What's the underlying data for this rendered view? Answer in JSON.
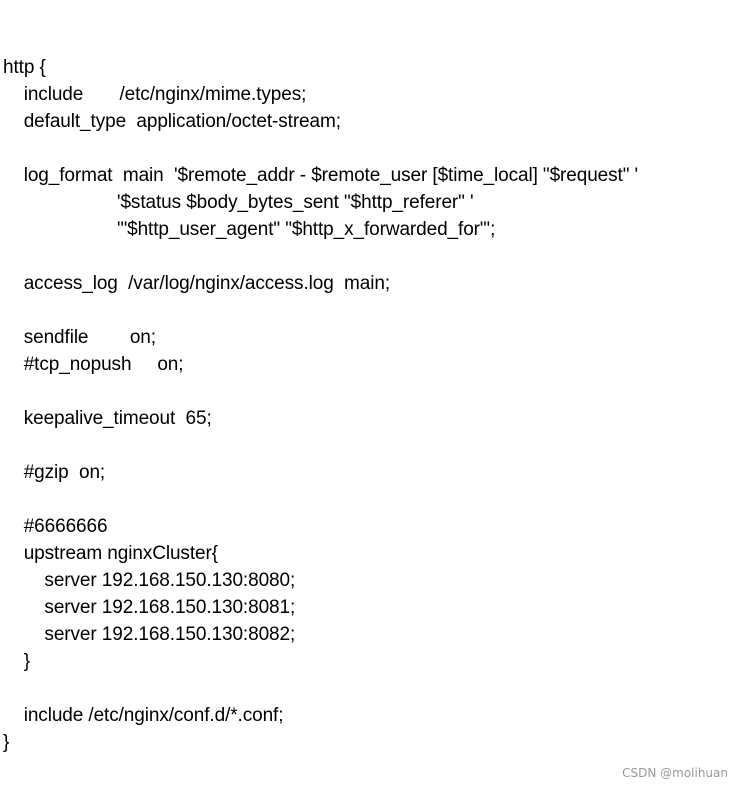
{
  "config": {
    "lines": [
      "http {",
      "    include       /etc/nginx/mime.types;",
      "    default_type  application/octet-stream;",
      "",
      "    log_format  main  '$remote_addr - $remote_user [$time_local] \"$request\" '",
      "                      '$status $body_bytes_sent \"$http_referer\" '",
      "                      '\"$http_user_agent\" \"$http_x_forwarded_for\"';",
      "",
      "    access_log  /var/log/nginx/access.log  main;",
      "",
      "    sendfile        on;",
      "    #tcp_nopush     on;",
      "",
      "    keepalive_timeout  65;",
      "",
      "    #gzip  on;",
      "",
      "    #6666666",
      "    upstream nginxCluster{",
      "        server 192.168.150.130:8080;",
      "        server 192.168.150.130:8081;",
      "        server 192.168.150.130:8082;",
      "    }",
      "",
      "    include /etc/nginx/conf.d/*.conf;",
      "}"
    ]
  },
  "watermark": {
    "text": "CSDN @molihuan"
  }
}
